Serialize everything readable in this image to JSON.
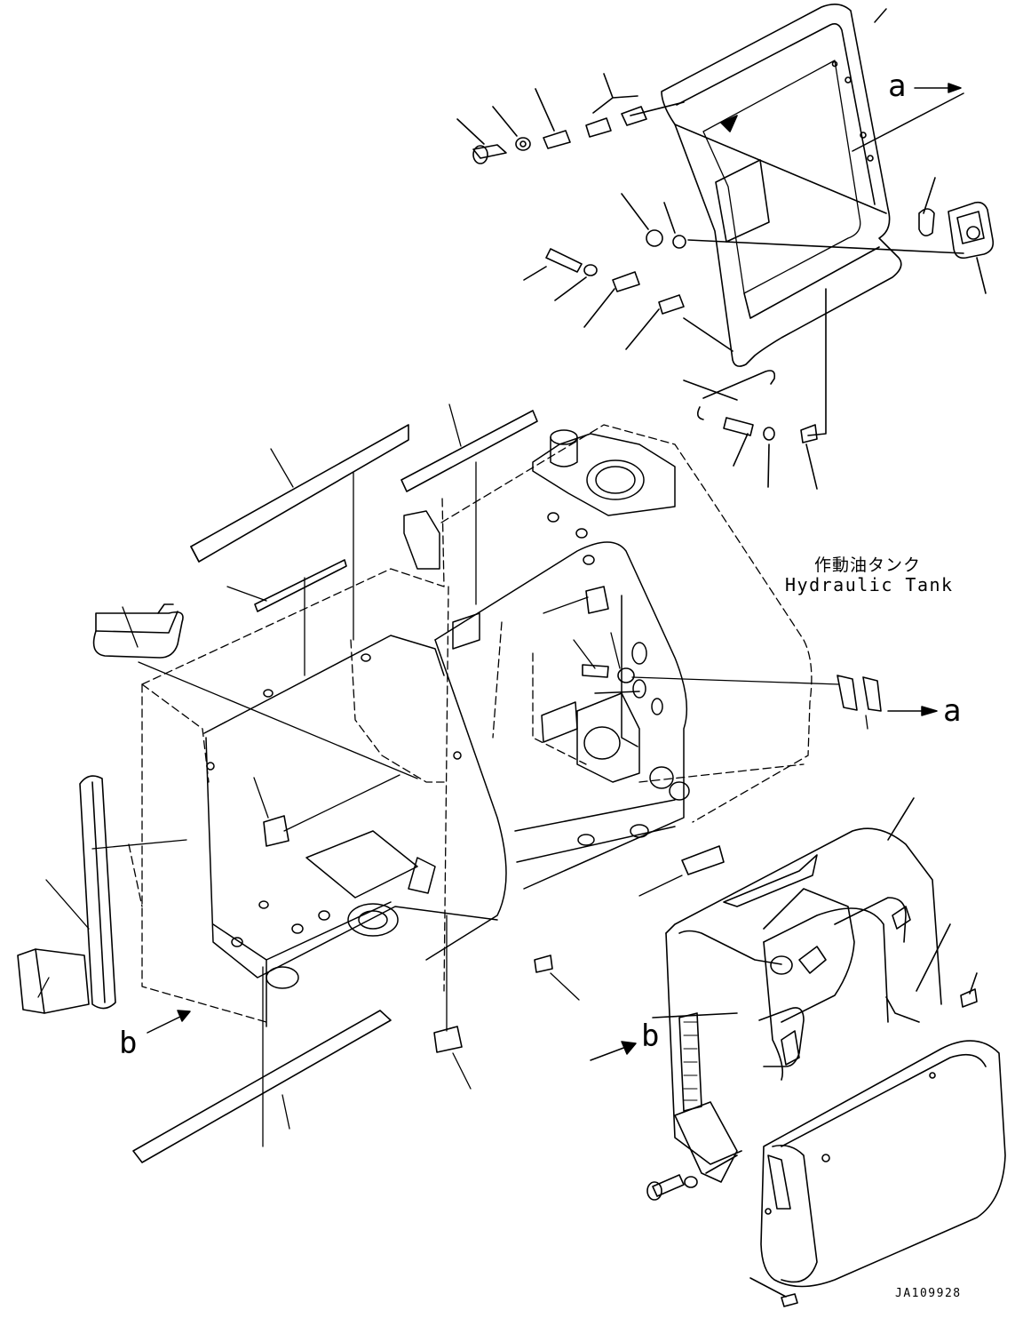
{
  "diagram": {
    "component_label_jp": "作動油タンク",
    "component_label_en": "Hydraulic Tank",
    "view_ref_a_top": "a",
    "view_ref_a_side": "a",
    "view_ref_b_left": "b",
    "view_ref_b_right": "b",
    "drawing_number": "JA109928"
  }
}
